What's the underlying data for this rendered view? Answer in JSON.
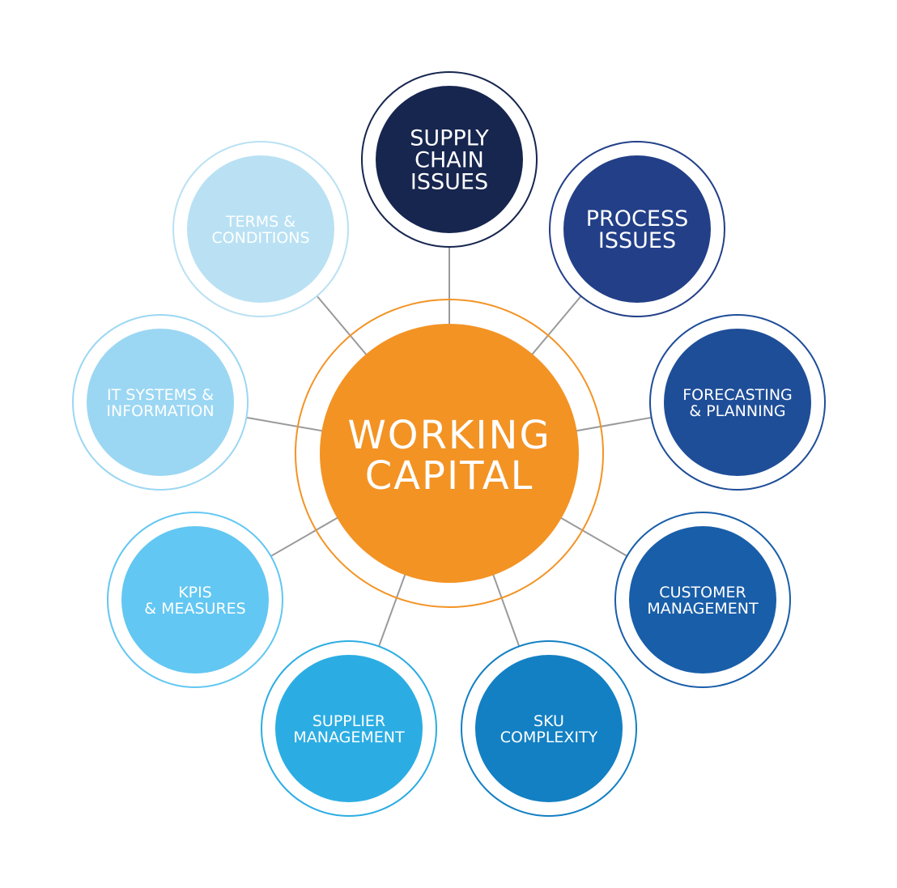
{
  "center": {
    "label_lines": [
      "WORKING",
      "CAPITAL"
    ],
    "fill": "#f39324",
    "ring": "#f39324"
  },
  "connector_color": "#9a9a9a",
  "nodes": [
    {
      "id": "supply-chain-issues",
      "label_lines": [
        "SUPPLY",
        "CHAIN",
        "ISSUES"
      ],
      "fill": "#17264f",
      "ring": "#17264f",
      "size": "large"
    },
    {
      "id": "process-issues",
      "label_lines": [
        "PROCESS",
        "ISSUES"
      ],
      "fill": "#223f88",
      "ring": "#223f88",
      "size": "large"
    },
    {
      "id": "forecasting-planning",
      "label_lines": [
        "FORECASTING",
        "& PLANNING"
      ],
      "fill": "#1f4e98",
      "ring": "#1f4e98",
      "size": "small"
    },
    {
      "id": "customer-management",
      "label_lines": [
        "CUSTOMER",
        "MANAGEMENT"
      ],
      "fill": "#195ea9",
      "ring": "#195ea9",
      "size": "small"
    },
    {
      "id": "sku-complexity",
      "label_lines": [
        "SKU",
        "COMPLEXITY"
      ],
      "fill": "#1380c3",
      "ring": "#1380c3",
      "size": "small"
    },
    {
      "id": "supplier-management",
      "label_lines": [
        "SUPPLIER",
        "MANAGEMENT"
      ],
      "fill": "#2badE3",
      "ring": "#2badE3",
      "size": "small"
    },
    {
      "id": "kpis-measures",
      "label_lines": [
        "KPIS",
        "& MEASURES"
      ],
      "fill": "#62c7f2",
      "ring": "#62c7f2",
      "size": "small"
    },
    {
      "id": "it-systems-information",
      "label_lines": [
        "IT SYSTEMS &",
        "INFORMATION"
      ],
      "fill": "#9bd7f3",
      "ring": "#9bd7f3",
      "size": "small"
    },
    {
      "id": "terms-conditions",
      "label_lines": [
        "TERMS &",
        "CONDITIONS"
      ],
      "fill": "#b9e1f3",
      "ring": "#b9e1f3",
      "size": "small"
    }
  ]
}
